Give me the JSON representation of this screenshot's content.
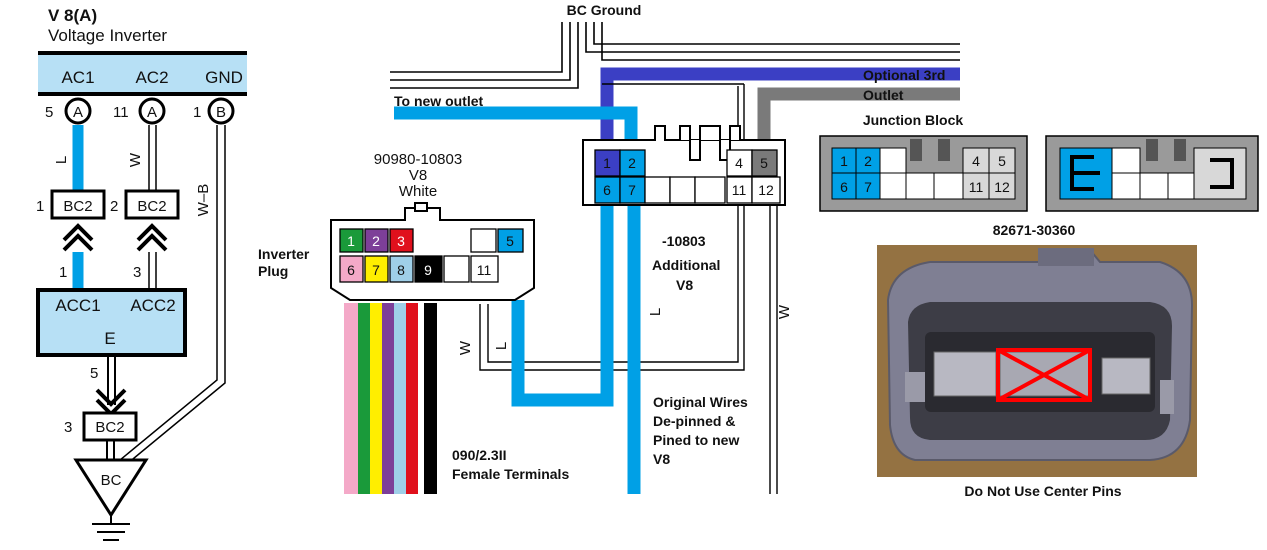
{
  "title": {
    "code": "V 8(A)",
    "subtitle": "Voltage Inverter"
  },
  "inverter_header": {
    "labels": [
      "AC1",
      "AC2",
      "GND"
    ],
    "pin_numbers": [
      "5",
      "11",
      "1"
    ],
    "pin_letters": [
      "A",
      "A",
      "B"
    ],
    "wire_colors": [
      "L",
      "W",
      "W–B"
    ]
  },
  "bc2_connectors": {
    "label": "BC2",
    "upper_pins": [
      "1",
      "2"
    ],
    "lower_pin": "3",
    "lower_stub_pins": [
      "1",
      "3"
    ],
    "arrow_pin": "5"
  },
  "junction_acc": {
    "left": "ACC1",
    "right": "ACC2",
    "bottom": "E"
  },
  "ground_label": "BC",
  "top_labels": {
    "bc_ground": "BC Ground",
    "to_new_outlet": "To new outlet",
    "optional_3rd": "Optional 3rd",
    "outlet": "Outlet"
  },
  "inverter_plug": {
    "part_number": "90980-10803",
    "part_name": "V8",
    "part_color": "White",
    "title_line1": "Inverter",
    "title_line2": "Plug",
    "top_pins": [
      "1",
      "2",
      "3",
      "5"
    ],
    "bottom_pins": [
      "6",
      "7",
      "8",
      "9",
      "11"
    ],
    "terminals_line1": "090/2.3II",
    "terminals_line2": "Female Terminals"
  },
  "additional_v8": {
    "top_pins": [
      "1",
      "2",
      "4",
      "5"
    ],
    "bottom_pins": [
      "6",
      "7",
      "11",
      "12"
    ],
    "label_line1": "-10803",
    "label_line2": "Additional",
    "label_line3": "V8"
  },
  "wire_letters": {
    "w_left": "W",
    "l_small": "L",
    "l_mid": "L",
    "w_right": "W"
  },
  "original_wires": [
    "Original Wires",
    "De-pinned &",
    "Pined to new",
    "V8"
  ],
  "junction_block": {
    "title": "Junction Block",
    "top_pins": [
      "1",
      "2",
      "4",
      "5"
    ],
    "bottom_pins": [
      "6",
      "7",
      "11",
      "12"
    ],
    "part_number": "82671-30360"
  },
  "photo_caption": "Do Not Use Center Pins",
  "colors": {
    "blue": "#00a0e6",
    "dark_blue": "#3b3fc4",
    "gray": "#7a7a7a",
    "light_blue_fill": "#b7e0f5",
    "connector_gray": "#c8c8c8",
    "warning_red": "#ff0000"
  }
}
